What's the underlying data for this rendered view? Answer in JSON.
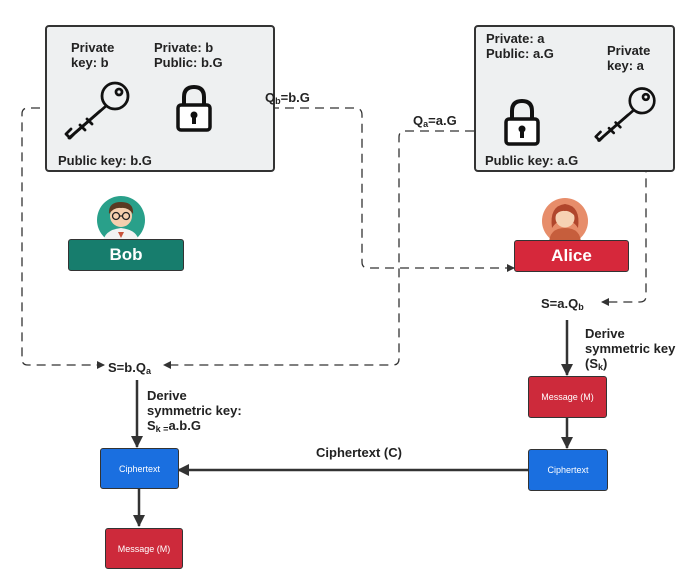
{
  "bob": {
    "name": "Bob",
    "private_key_label": "Private\nkey: b",
    "private_line": "Private: b",
    "public_line": "Public: b.G",
    "public_key_label": "Public key: b.G",
    "share_main": "Q",
    "share_sub": "b",
    "share_rest": "=b.G",
    "secret_main": "S=b.Q",
    "secret_sub": "a",
    "derive_line1": "Derive",
    "derive_line2": "symmetric key:",
    "derive_main": "S",
    "derive_sub": "k =",
    "derive_rest": "a.b.G"
  },
  "alice": {
    "name": "Alice",
    "private_line": "Private: a",
    "public_line": "Public: a.G",
    "private_key_label": "Private\nkey: a",
    "public_key_label": "Public key: a.G",
    "share_main": "Q",
    "share_sub": "a",
    "share_rest": "=a.G",
    "secret_main": "S=a.Q",
    "secret_sub": "b",
    "derive_line1": "Derive",
    "derive_line2": "symmetric key",
    "derive_open": "(S",
    "derive_sub": "k",
    "derive_close": ")"
  },
  "boxes": {
    "alice_message": "Message (M)",
    "alice_ciphertext": "Ciphertext",
    "bob_ciphertext": "Ciphertext",
    "bob_message": "Message (M)"
  },
  "ciphertext_label": "Ciphertext (C)",
  "colors": {
    "bob_badge": "#177d6d",
    "alice_badge": "#d6283b",
    "ciphertext_box": "#1a6fe0",
    "message_box": "#cd2a3b",
    "key_box_fill": "#eef0f1"
  }
}
